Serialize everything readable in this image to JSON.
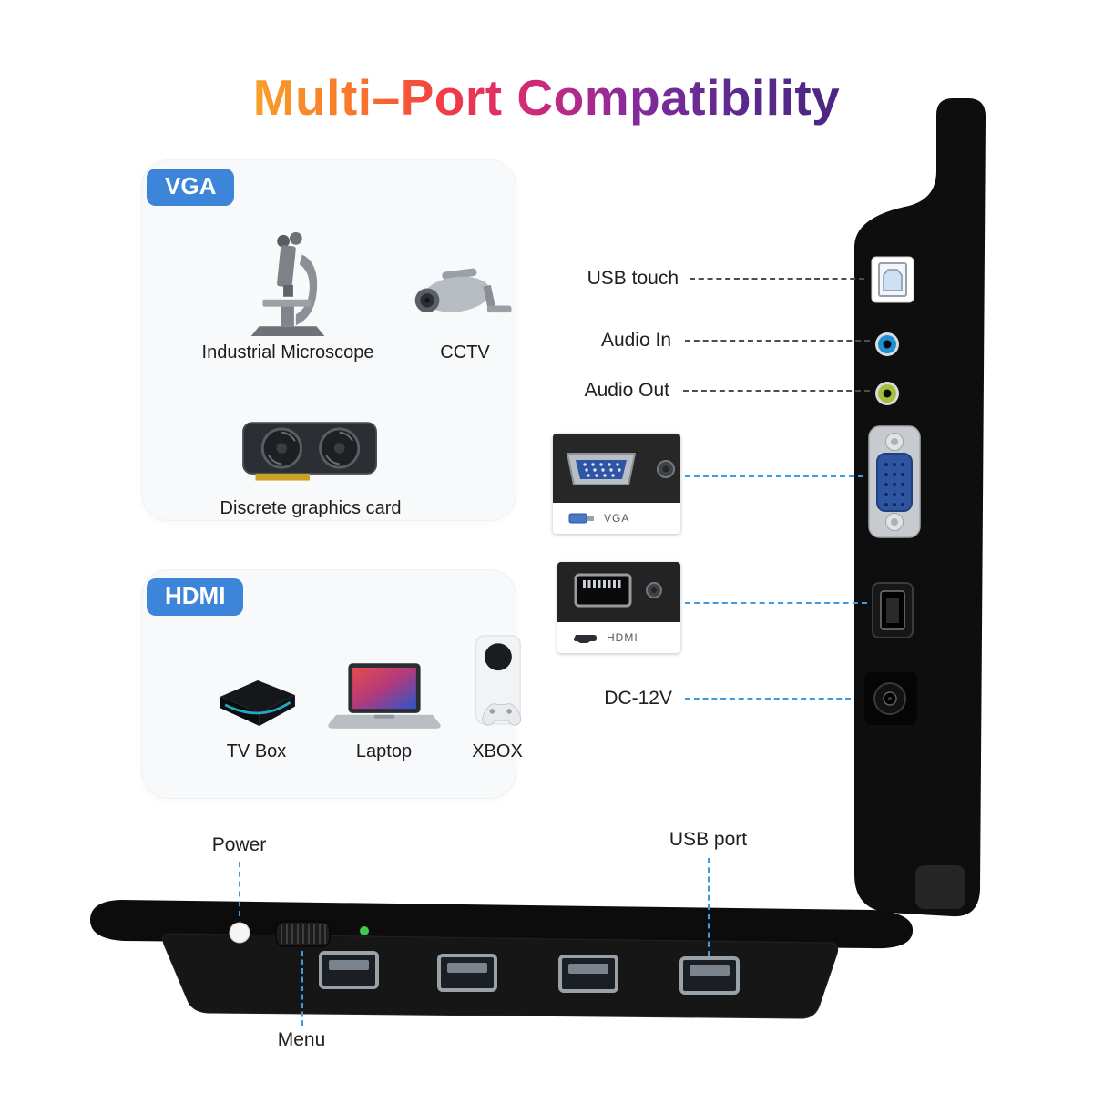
{
  "title": "Multi–Port Compatibility",
  "colors": {
    "badge_blue": "#3c85d8",
    "dashed_blue": "#3f9be0",
    "dashed_dark": "#4d4d4d",
    "audio_in_blue": "#1e8fd2",
    "audio_out_green": "#a3bf3b",
    "vga_connector_blue": "#2f54a0",
    "led_green": "#3ec94e"
  },
  "cards": {
    "vga": {
      "badge": "VGA",
      "items": [
        {
          "label": "Industrial Microscope",
          "icon": "microscope-illustration"
        },
        {
          "label": "CCTV",
          "icon": "cctv-camera-illustration"
        },
        {
          "label": "Discrete graphics card",
          "icon": "graphics-card-illustration"
        }
      ]
    },
    "hdmi": {
      "badge": "HDMI",
      "items": [
        {
          "label": "TV Box",
          "icon": "tv-box-illustration"
        },
        {
          "label": "Laptop",
          "icon": "laptop-illustration"
        },
        {
          "label": "XBOX",
          "icon": "xbox-console-illustration"
        }
      ]
    }
  },
  "side_panel": {
    "labels": {
      "usb_touch": "USB touch",
      "audio_in": "Audio In",
      "audio_out": "Audio Out",
      "dc": "DC-12V"
    },
    "thumbnails": {
      "vga": {
        "caption": "VGA",
        "icon": "vga-port-photo"
      },
      "hdmi": {
        "caption": "HDMI",
        "icon": "hdmi-port-photo"
      }
    },
    "ports": [
      "usb-b-touch-port",
      "audio-in-jack",
      "audio-out-jack",
      "vga-port",
      "hdmi-port",
      "dc-12v-jack"
    ]
  },
  "bottom_panel": {
    "labels": {
      "power": "Power",
      "menu": "Menu",
      "usb": "USB port"
    },
    "ports": [
      "power-button",
      "menu-wheel",
      "led-indicator",
      "usb-a-port-1",
      "usb-a-port-2",
      "usb-a-port-3",
      "usb-a-port-4"
    ]
  }
}
